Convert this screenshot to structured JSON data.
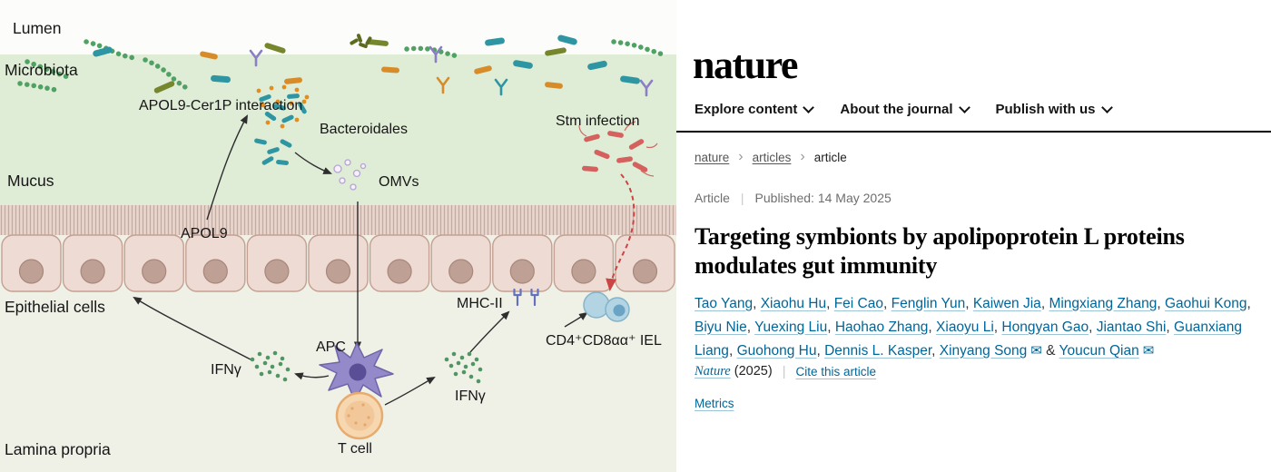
{
  "diagram": {
    "labels": {
      "lumen": "Lumen",
      "microbiota": "Microbiota",
      "apol9_cer1p": "APOL9-Cer1P interaction",
      "bacteroidales": "Bacteroidales",
      "stm_infection": "Stm infection",
      "mucus": "Mucus",
      "omvs": "OMVs",
      "apol9": "APOL9",
      "epithelial_cells": "Epithelial cells",
      "mhc_ii": "MHC-II",
      "iel": "CD4⁺CD8αα⁺ IEL",
      "apc": "APC",
      "ifng_left": "IFNγ",
      "ifng_right": "IFNγ",
      "t_cell": "T cell",
      "lamina_propria": "Lamina propria"
    },
    "colors": {
      "mucus_green": "#dfecd6",
      "lamina_propria": "#eff1e7",
      "epithelial_cell": "#eedcd4",
      "apc_purple": "#948ac9",
      "tcell_orange": "#f6d7b0",
      "iel_blue": "#b3d4e3",
      "ifng_green": "#4f9663",
      "apol9_orange": "#e28d20",
      "stm_red": "#d4615e",
      "bacteroidales_teal": "#2e96a2",
      "infection_arrow_red": "#cc4444"
    }
  },
  "site": {
    "logo": "nature",
    "icons": {
      "chevron_right": "›",
      "envelope": "✉"
    },
    "nav": [
      {
        "label": "Explore content"
      },
      {
        "label": "About the journal"
      },
      {
        "label": "Publish with us"
      }
    ],
    "breadcrumb": [
      {
        "label": "nature"
      },
      {
        "label": "articles"
      },
      {
        "label": "article"
      }
    ],
    "article": {
      "type_label": "Article",
      "published": "Published: 14 May 2025",
      "title": "Targeting symbionts by apolipoprotein L proteins modulates gut immunity",
      "authors": [
        {
          "name": "Tao Yang"
        },
        {
          "name": "Xiaohu Hu"
        },
        {
          "name": "Fei Cao"
        },
        {
          "name": "Fenglin Yun"
        },
        {
          "name": "Kaiwen Jia"
        },
        {
          "name": "Mingxiang Zhang"
        },
        {
          "name": "Gaohui Kong"
        },
        {
          "name": "Biyu Nie"
        },
        {
          "name": "Yuexing Liu"
        },
        {
          "name": "Haohao Zhang"
        },
        {
          "name": "Xiaoyu Li"
        },
        {
          "name": "Hongyan Gao"
        },
        {
          "name": "Jiantao Shi"
        },
        {
          "name": "Guanxiang Liang"
        },
        {
          "name": "Guohong Hu"
        },
        {
          "name": "Dennis L. Kasper"
        },
        {
          "name": "Xinyang Song",
          "email": true
        },
        {
          "name": "Youcun Qian",
          "email": true
        }
      ],
      "journal": "Nature",
      "year": "(2025)",
      "cite_link": "Cite this article",
      "metrics_link": "Metrics"
    },
    "link_color": "#006699"
  }
}
